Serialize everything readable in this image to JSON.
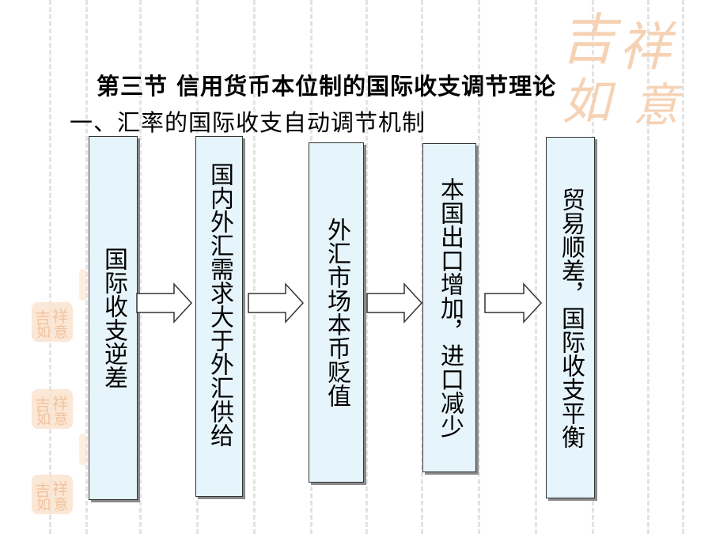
{
  "slide": {
    "title": "第三节  信用货币本位制的国际收支调节理论",
    "subtitle": "一、汇率的国际收支自动调节机制"
  },
  "flow": {
    "boxes": [
      {
        "label": "国际收支逆差"
      },
      {
        "label": "国内外汇需求大于外汇供给"
      },
      {
        "label": "外汇市场本币贬值"
      },
      {
        "label": "本国出口增加，进口减少"
      },
      {
        "label": "贸易顺差，国际收支平衡"
      }
    ]
  },
  "colors": {
    "box_fill": "#e6f4fb",
    "box_border": "#333333",
    "arrow_fill": "#ffffff",
    "seal": "#f0b98c"
  },
  "icons": {
    "seal": "auspicious-seal-icon",
    "arrow": "right-arrow-icon"
  }
}
